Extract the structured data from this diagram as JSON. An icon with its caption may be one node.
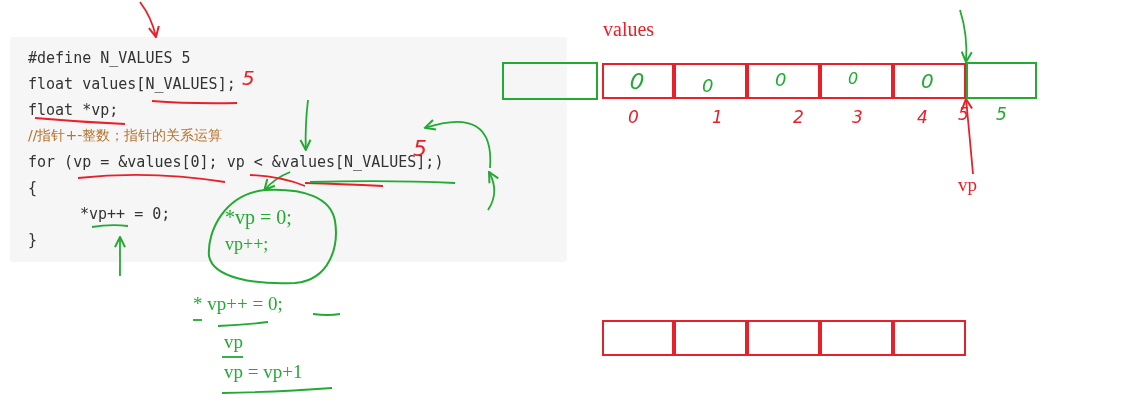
{
  "diagram": {
    "nodes": [
      {
        "text": [
          "#define N_VALUES 5",
          "float values[N_VALUES];",
          "float *vp;",
          "//指针+-整数；指针的关系运算",
          "for (vp = &values[0]; vp < &values[N_VALUES];)",
          "{",
          "*vp++ = 0;",
          "}"
        ]
      },
      {
        "text": [],
        "shape": "box"
      },
      {
        "text": [
          "0"
        ],
        "beside": [
          "0"
        ]
      },
      {
        "text": [
          "0"
        ],
        "beside": [
          "1"
        ]
      },
      {
        "text": [
          "0"
        ],
        "beside": [
          "2"
        ]
      },
      {
        "text": [
          "0"
        ],
        "beside": [
          "3"
        ]
      },
      {
        "text": [
          "0"
        ],
        "beside": [
          "4"
        ]
      },
      {
        "text": [],
        "shape": "box"
      },
      {
        "text": [],
        "shape": "box"
      },
      {
        "text": [],
        "shape": "box"
      },
      {
        "text": [],
        "shape": "box"
      },
      {
        "text": [],
        "shape": "box"
      },
      {
        "text": [],
        "shape": "box"
      },
      {
        "text": [
          "*vp = 0;",
          "vp++;"
        ]
      },
      {
        "text": [
          "vp"
        ]
      }
    ],
    "edges": [
      {
        "from": 14,
        "to": 7,
        "arrow": "to",
        "color": "#e8202a"
      },
      {
        "from": null,
        "to": 7,
        "arrow": "to"
      },
      {
        "from": null,
        "to": 0,
        "arrow": "to",
        "color": "#e8202a"
      },
      {
        "from": null,
        "to": 0,
        "arrow": "to"
      },
      {
        "from": null,
        "to": 0,
        "arrow": "to"
      },
      {
        "from": null,
        "to": 0,
        "arrow": "to"
      },
      {
        "from": null,
        "to": 0,
        "arrow": "to"
      },
      {
        "from": 0,
        "to": 13,
        "arrow": "to"
      }
    ],
    "labels": [
      "values",
      "5",
      "5",
      "5",
      "5",
      "* vp++ = 0;",
      "vp",
      "vp = vp+1"
    ]
  }
}
